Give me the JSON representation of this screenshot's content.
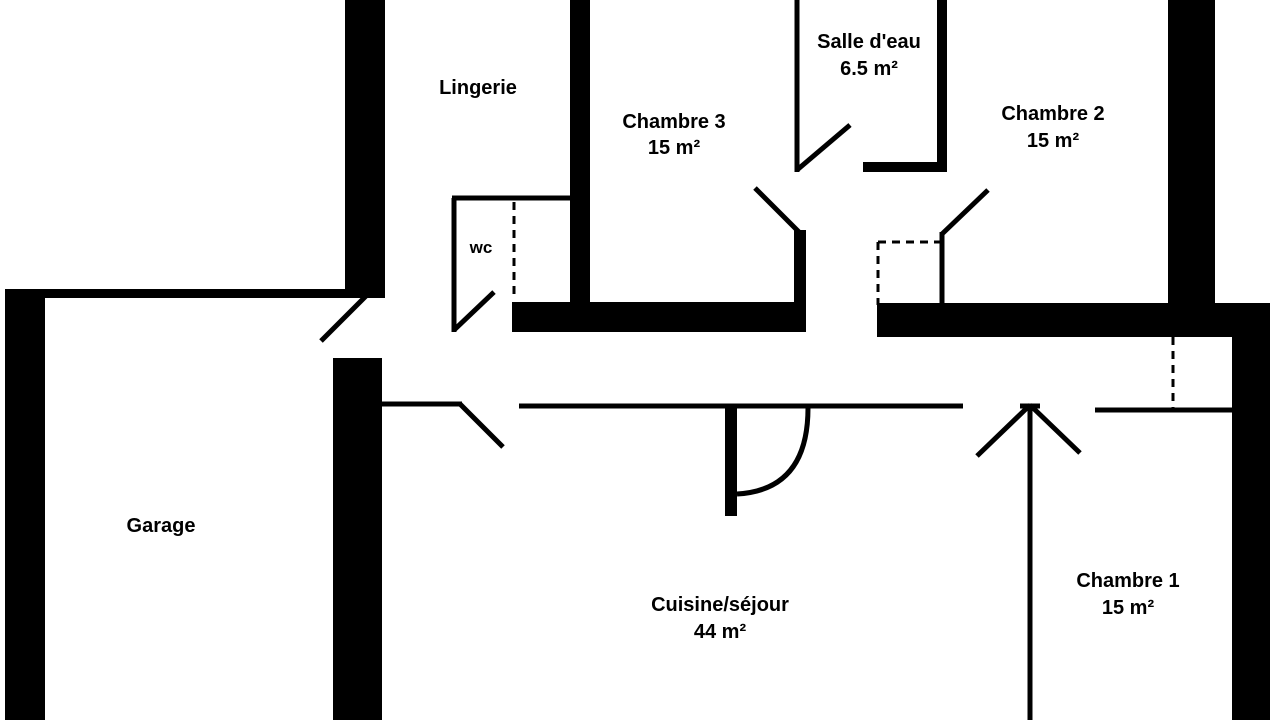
{
  "plan": {
    "colors": {
      "wall": "#000000",
      "background": "#ffffff"
    },
    "rooms": {
      "lingerie": {
        "name": "Lingerie"
      },
      "chambre3": {
        "name": "Chambre 3",
        "area": "15 m²"
      },
      "salle_eau": {
        "name": "Salle d'eau",
        "area": "6.5 m²"
      },
      "chambre2": {
        "name": "Chambre 2",
        "area": "15 m²"
      },
      "wc": {
        "name": "wc"
      },
      "garage": {
        "name": "Garage"
      },
      "cuisine_sejour": {
        "name": "Cuisine/séjour",
        "area": "44 m²"
      },
      "chambre1": {
        "name": "Chambre 1",
        "area": "15 m²"
      }
    }
  }
}
